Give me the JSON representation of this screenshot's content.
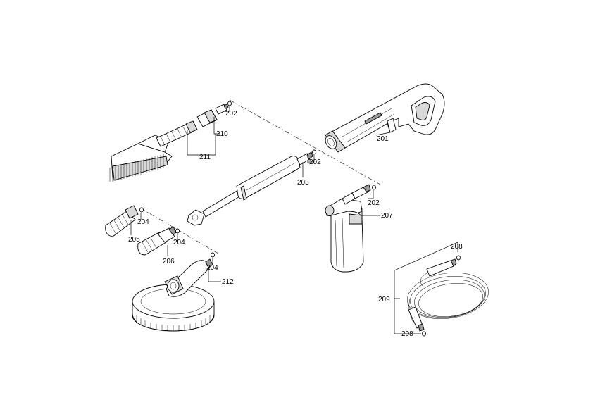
{
  "labels": {
    "l201": "201",
    "l202a": "202",
    "l202b": "202",
    "l202c": "202",
    "l203": "203",
    "l204a": "204",
    "l204b": "204",
    "l204c": "204",
    "l205": "205",
    "l206": "206",
    "l207": "207",
    "l208a": "208",
    "l208b": "208",
    "l209": "209",
    "l210": "210",
    "l211": "211",
    "l212": "212"
  }
}
